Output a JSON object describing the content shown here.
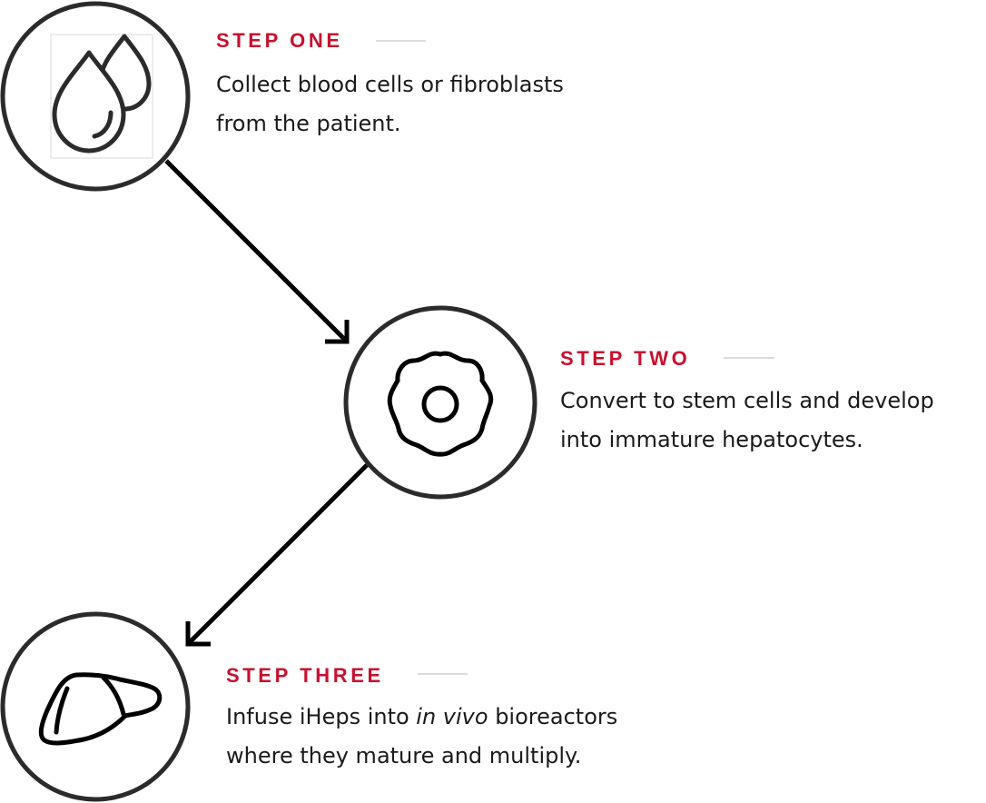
{
  "colors": {
    "accent": "#c8102e",
    "ink": "#2b2b2b",
    "rule": "#dcdcdc",
    "text": "#1a1a1a"
  },
  "steps": [
    {
      "label": "STEP ONE",
      "icon": "blood-drops-icon",
      "line1": "Collect blood cells or fibroblasts",
      "line2": "from the patient."
    },
    {
      "label": "STEP TWO",
      "icon": "stem-cell-icon",
      "line1": "Convert to stem cells and develop",
      "line2": "into immature hepatocytes."
    },
    {
      "label": "STEP THREE",
      "icon": "liver-icon",
      "line1_before": "Infuse iHeps into ",
      "line1_em": "in vivo",
      "line1_after": " bioreactors",
      "line2": "where they mature and multiply."
    }
  ]
}
